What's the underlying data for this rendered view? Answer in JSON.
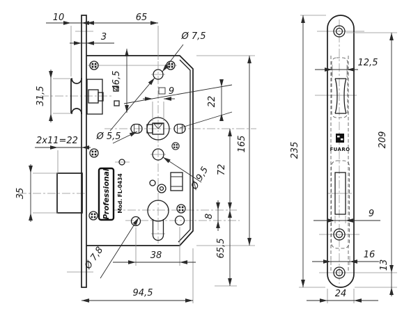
{
  "drawing": {
    "brand": "FUARO",
    "case_label": "Professional",
    "model_label": "Mod. FL-0434",
    "colors": {
      "line": "#1c1c1c",
      "centerline": "#a8a8a8",
      "background": "#ffffff"
    },
    "main_view": {
      "dims": {
        "latch_protrusion": "10",
        "backset": "65",
        "faceplate_thickness": "3",
        "top_hole_dia": "Ø 7,5",
        "follower_to_top_hole": "46,5",
        "follower_square": "9",
        "hub_offset": "22",
        "small_hole_dia": "Ø 5,5",
        "latch_height": "31,5",
        "bolt_throw": "2x11=22",
        "case_height": "165",
        "follower_to_cylinder": "72",
        "deadbolt_height": "35",
        "mid_hole_dia": "Ø 9,5",
        "cylinder_to_fix_hole": "8",
        "fix_hole_dia": "Ø 7,8",
        "fix_hole_spacing": "38",
        "case_depth": "94,5",
        "cylinder_to_bottom": "65,5"
      }
    },
    "side_view": {
      "dims": {
        "plate_height": "235",
        "latch_slot_width": "12,5",
        "screw_spacing": "209",
        "bolt_slot_width": "9",
        "lower_width": "16",
        "screw_to_end": "13",
        "plate_width": "24"
      }
    }
  }
}
